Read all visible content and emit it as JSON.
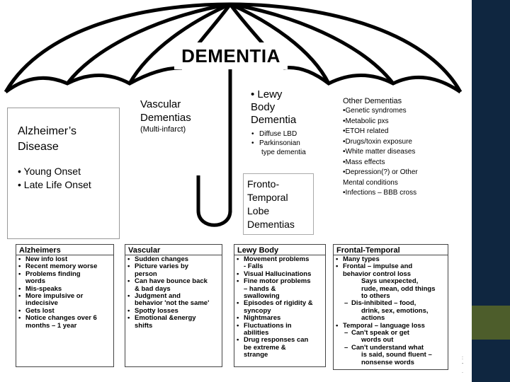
{
  "title": "DEMENTIA",
  "alzheimers": {
    "title_line1": "Alzheimer’s",
    "title_line2": "Disease",
    "items": [
      "• Young Onset",
      "• Late Life  Onset"
    ]
  },
  "vascular": {
    "title_line1": "Vascular",
    "title_line2": "Dementias",
    "sub": "(Multi-infarct)"
  },
  "lewy": {
    "title_lines": [
      "• Lewy",
      "Body",
      "Dementia"
    ],
    "items": [
      {
        "bullet": "•",
        "text": "Diffuse LBD",
        "cont": ""
      },
      {
        "bullet": "•",
        "text": "Parkinsonian",
        "cont": "type dementia"
      }
    ]
  },
  "frontotemporal": {
    "title_lines": [
      "Fronto-",
      "Temporal",
      "Lobe",
      "Dementias"
    ]
  },
  "other": {
    "title": "Other Dementias",
    "items": [
      "•Genetic syndromes",
      "•Metabolic pxs",
      "•ETOH related",
      "•Drugs/toxin exposure",
      "•White matter diseases",
      "•Mass effects",
      "•Depression(?) or Other",
      "Mental conditions",
      "•Infections – BBB cross"
    ]
  },
  "tables": [
    {
      "header": "Alzheimers",
      "items": [
        {
          "m": "•",
          "t": "New info lost",
          "lvl": 0
        },
        {
          "m": "•",
          "t": "Recent memory worse",
          "lvl": 0
        },
        {
          "m": "•",
          "t": "Problems finding",
          "lvl": 0
        },
        {
          "m": "",
          "t": "words",
          "lvl": 0
        },
        {
          "m": "•",
          "t": "Mis-speaks",
          "lvl": 0
        },
        {
          "m": "•",
          "t": "More impulsive or",
          "lvl": 0
        },
        {
          "m": "",
          "t": "indecisive",
          "lvl": 0
        },
        {
          "m": "•",
          "t": "Gets lost",
          "lvl": 0
        },
        {
          "m": "•",
          "t": "Notice changes over 6",
          "lvl": 0
        },
        {
          "m": "",
          "t": "months – 1 year",
          "lvl": 0
        }
      ]
    },
    {
      "header": "Vascular",
      "items": [
        {
          "m": "•",
          "t": "Sudden changes",
          "lvl": 0
        },
        {
          "m": "•",
          "t": "Picture varies by",
          "lvl": 0
        },
        {
          "m": "",
          "t": "person",
          "lvl": 0
        },
        {
          "m": "•",
          "t": "Can have bounce back",
          "lvl": 0
        },
        {
          "m": "",
          "t": "& bad days",
          "lvl": 0
        },
        {
          "m": "•",
          "t": "Judgment and",
          "lvl": 0
        },
        {
          "m": "",
          "t": "behavior 'not the same'",
          "lvl": 0
        },
        {
          "m": "•",
          "t": "Spotty losses",
          "lvl": 0
        },
        {
          "m": "•",
          "t": "Emotional &energy",
          "lvl": 0
        },
        {
          "m": "",
          "t": "shifts",
          "lvl": 0
        }
      ]
    },
    {
      "header": "Lewy Body",
      "items": [
        {
          "m": "•",
          "t": "Movement problems",
          "lvl": 0
        },
        {
          "m": "",
          "t": "- Falls",
          "lvl": 0
        },
        {
          "m": "•",
          "t": "Visual Hallucinations",
          "lvl": 0
        },
        {
          "m": "•",
          "t": "Fine motor problems",
          "lvl": 0
        },
        {
          "m": "",
          "t": "– hands &",
          "lvl": 0
        },
        {
          "m": "",
          "t": "swallowing",
          "lvl": 0
        },
        {
          "m": "•",
          "t": "Episodes of rigidity &",
          "lvl": 0
        },
        {
          "m": "",
          "t": "syncopy",
          "lvl": 0
        },
        {
          "m": "•",
          "t": "Nightmares",
          "lvl": 0
        },
        {
          "m": "•",
          "t": "Fluctuations in",
          "lvl": 0
        },
        {
          "m": "",
          "t": "abilities",
          "lvl": 0
        },
        {
          "m": "•",
          "t": "Drug responses can",
          "lvl": 0
        },
        {
          "m": "",
          "t": "be extreme &",
          "lvl": 0
        },
        {
          "m": "",
          "t": "strange",
          "lvl": 0
        }
      ]
    },
    {
      "header": "Frontal-Temporal",
      "items": [
        {
          "m": "•",
          "t": "Many types",
          "lvl": 0
        },
        {
          "m": "•",
          "t": "Frontal – impulse and",
          "lvl": 0
        },
        {
          "m": "",
          "t": "behavior control loss",
          "lvl": 0
        },
        {
          "m": "",
          "t": "Says unexpected,",
          "lvl": 2
        },
        {
          "m": "",
          "t": "rude, mean, odd things",
          "lvl": 2
        },
        {
          "m": "",
          "t": "to others",
          "lvl": 2
        },
        {
          "m": "–",
          "t": "Dis-inhibited – food,",
          "lvl": 1
        },
        {
          "m": "",
          "t": "drink, sex, emotions,",
          "lvl": 2
        },
        {
          "m": "",
          "t": "actions",
          "lvl": 2
        },
        {
          "m": "•",
          "t": "Temporal – language loss",
          "lvl": 0
        },
        {
          "m": "–",
          "t": "Can't speak or get",
          "lvl": 1
        },
        {
          "m": "",
          "t": "words out",
          "lvl": 2
        },
        {
          "m": "–",
          "t": "Can't understand what",
          "lvl": 1
        },
        {
          "m": "",
          "t": "is said, sound fluent –",
          "lvl": 2
        },
        {
          "m": "",
          "t": "nonsense words",
          "lvl": 2
        }
      ]
    }
  ],
  "colors": {
    "sidebar": "#0f2640",
    "sidebar_accent": "#4d5d2b"
  },
  "sidebar_glyphs": [
    ":",
    "-",
    "."
  ]
}
